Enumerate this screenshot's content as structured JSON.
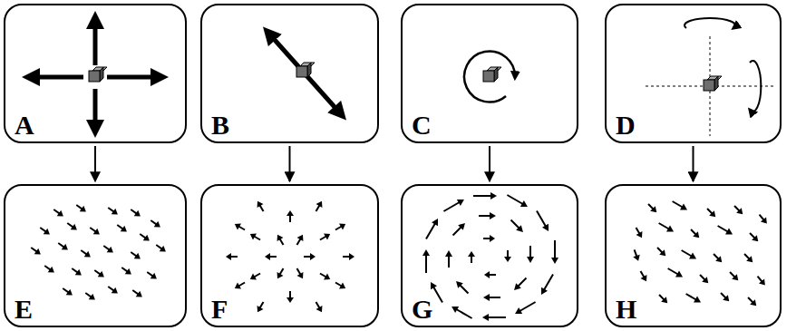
{
  "diagram": {
    "nodes": [
      {
        "text": [
          "A"
        ]
      },
      {
        "text": [
          "B"
        ]
      },
      {
        "text": [
          "C"
        ]
      },
      {
        "text": [
          "D"
        ]
      },
      {
        "text": [
          "E"
        ]
      },
      {
        "text": [
          "F"
        ]
      },
      {
        "text": [
          "G"
        ]
      },
      {
        "text": [
          "H"
        ]
      }
    ],
    "edges": [
      {
        "from": 0,
        "to": 4,
        "arrow": "to"
      },
      {
        "from": 1,
        "to": 5,
        "arrow": "to"
      },
      {
        "from": 2,
        "to": 6,
        "arrow": "to"
      },
      {
        "from": 3,
        "to": 7,
        "arrow": "to"
      }
    ]
  }
}
